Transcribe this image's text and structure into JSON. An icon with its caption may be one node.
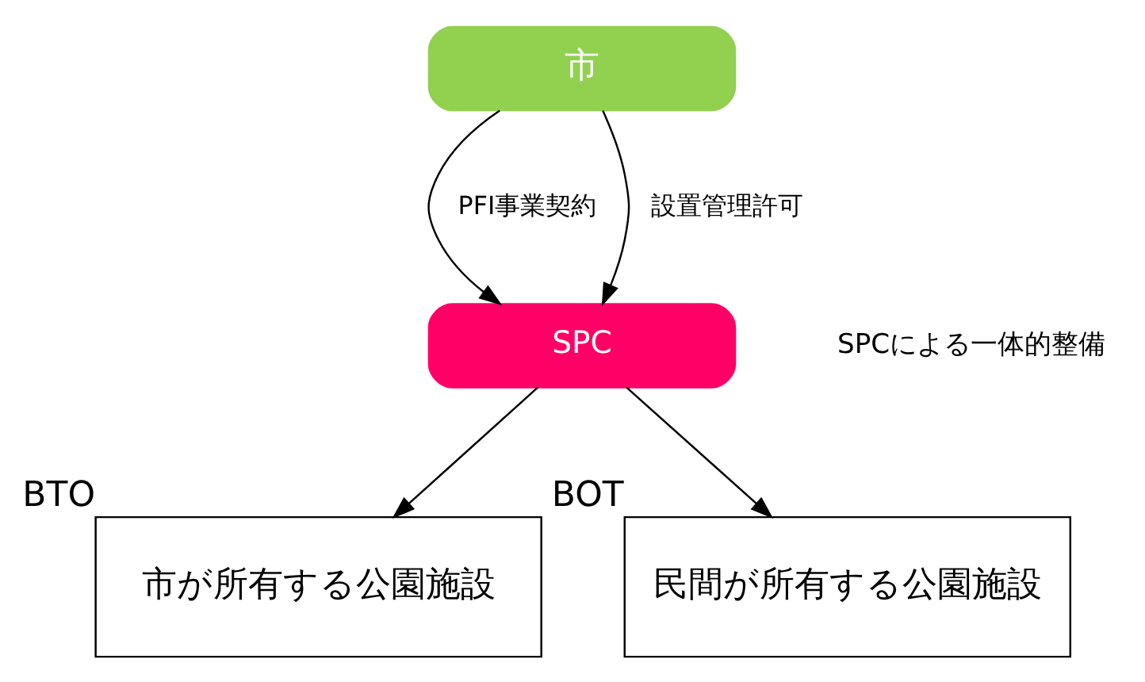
{
  "diagram": {
    "nodes": [
      {
        "text": [
          "市"
        ]
      },
      {
        "text": [
          "SPC"
        ]
      },
      {
        "text": [
          "市が所有する公園施設"
        ],
        "beside": [
          "BTO"
        ]
      },
      {
        "text": [
          "民間が所有する公園施設"
        ],
        "beside": [
          "BOT"
        ]
      }
    ],
    "edges": [
      {
        "from": 0,
        "to": 1,
        "arrow": "to",
        "label": "PFI事業契約"
      },
      {
        "from": 0,
        "to": 1,
        "arrow": "to",
        "label": "設置管理許可"
      },
      {
        "from": 1,
        "to": 2,
        "arrow": "to"
      },
      {
        "from": 1,
        "to": 3,
        "arrow": "to"
      }
    ],
    "labels": [
      "SPCによる一体的整備"
    ]
  }
}
